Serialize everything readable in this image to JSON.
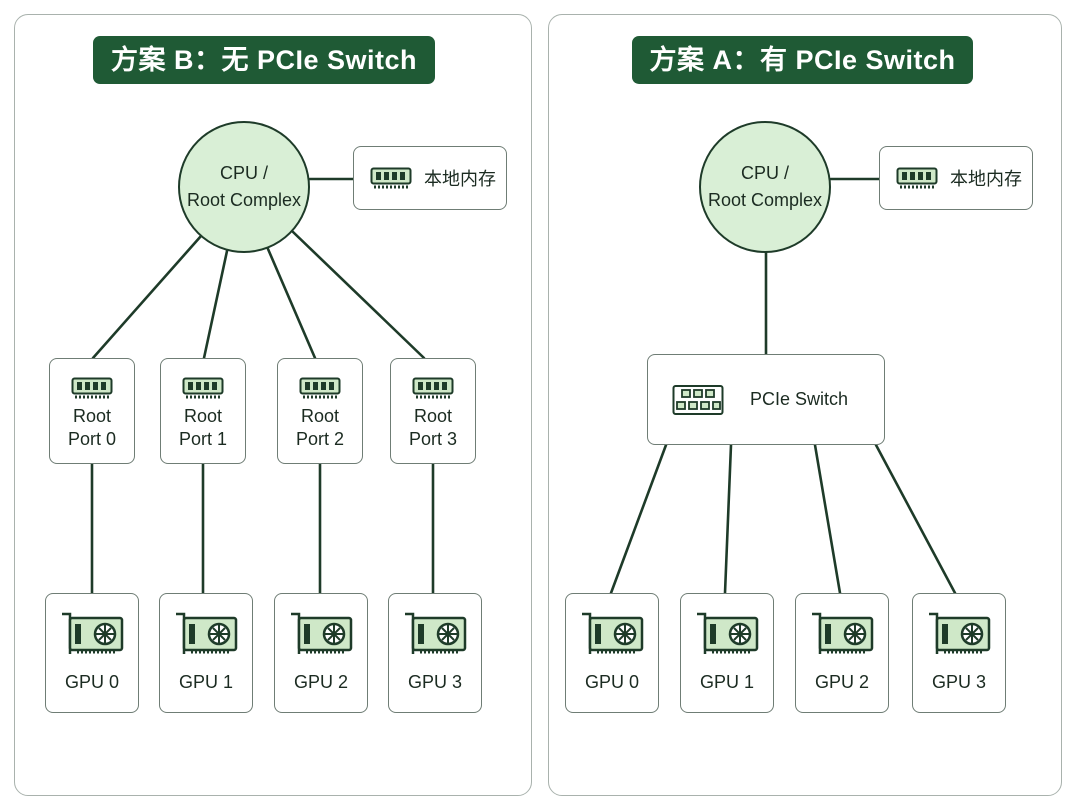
{
  "panel_b": {
    "title": "方案 B：无 PCIe Switch",
    "cpu_line1": "CPU /",
    "cpu_line2": "Root Complex",
    "memory_label": "本地内存",
    "ports": [
      {
        "line1": "Root",
        "line2": "Port 0"
      },
      {
        "line1": "Root",
        "line2": "Port 1"
      },
      {
        "line1": "Root",
        "line2": "Port 2"
      },
      {
        "line1": "Root",
        "line2": "Port 3"
      }
    ],
    "gpus": [
      "GPU 0",
      "GPU 1",
      "GPU 2",
      "GPU 3"
    ]
  },
  "panel_a": {
    "title": "方案 A：有 PCIe Switch",
    "cpu_line1": "CPU /",
    "cpu_line2": "Root Complex",
    "memory_label": "本地内存",
    "switch_label": "PCIe Switch",
    "gpus": [
      "GPU 0",
      "GPU 1",
      "GPU 2",
      "GPU 3"
    ]
  },
  "colors": {
    "title_bg": "#1f5a35",
    "cpu_fill": "#d9efd6",
    "icon_fill": "#cfe8c8",
    "wire": "#1e3b29",
    "border": "#a9b2ad"
  },
  "icons": {
    "memory": "ram-module-icon",
    "port": "ram-module-icon",
    "gpu": "graphics-card-icon",
    "switch": "switch-chip-icon"
  }
}
